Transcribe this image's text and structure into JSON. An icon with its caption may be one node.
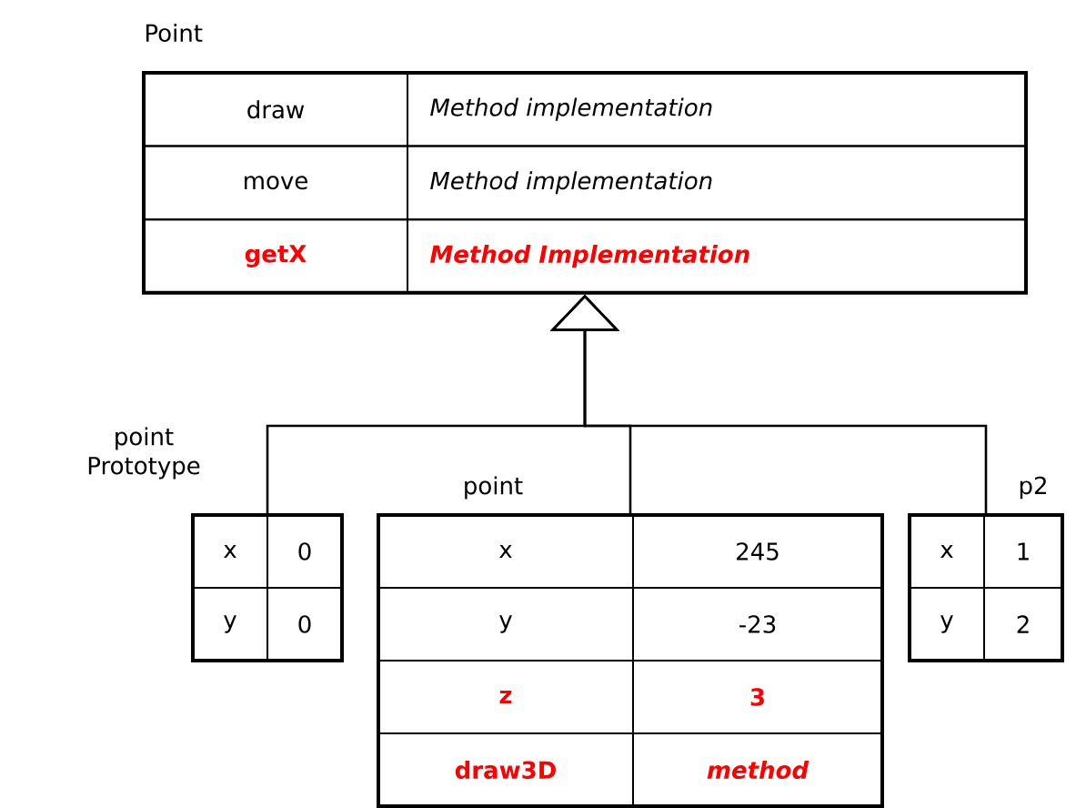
{
  "diagram": {
    "nodes": [
      {
        "text": [
          "Point",
          "draw",
          "Method implementation",
          "move",
          "Method implementation",
          "getX",
          "Method Implementation"
        ]
      },
      {
        "text": [
          "point Prototype",
          "x",
          "0",
          "y",
          "0"
        ]
      },
      {
        "text": [
          "point",
          "x",
          "245",
          "y",
          "-23",
          "z",
          "3",
          "draw3D",
          "method"
        ]
      },
      {
        "text": [
          "p2",
          "x",
          "1",
          "y",
          "2"
        ]
      }
    ],
    "edges": [
      {
        "from": 1,
        "to": 0,
        "arrow": "to"
      },
      {
        "from": 2,
        "to": 0,
        "arrow": "to"
      },
      {
        "from": 3,
        "to": 0,
        "arrow": "to"
      }
    ]
  }
}
